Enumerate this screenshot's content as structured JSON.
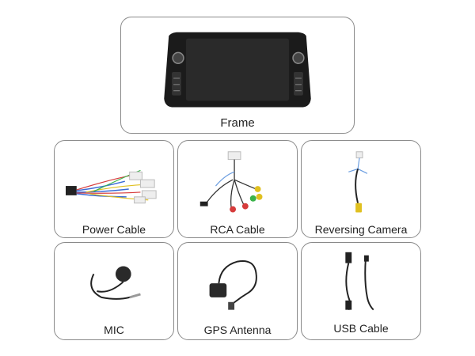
{
  "items": [
    {
      "label": "Frame"
    },
    {
      "label": "Power Cable"
    },
    {
      "label": "RCA Cable"
    },
    {
      "label": "Reversing Camera"
    },
    {
      "label": "MIC"
    },
    {
      "label": "GPS Antenna"
    },
    {
      "label": "USB Cable"
    }
  ],
  "colors": {
    "border": "#8a8a8a",
    "device": "#1b1b1b",
    "screen": "#2a2a2a"
  }
}
